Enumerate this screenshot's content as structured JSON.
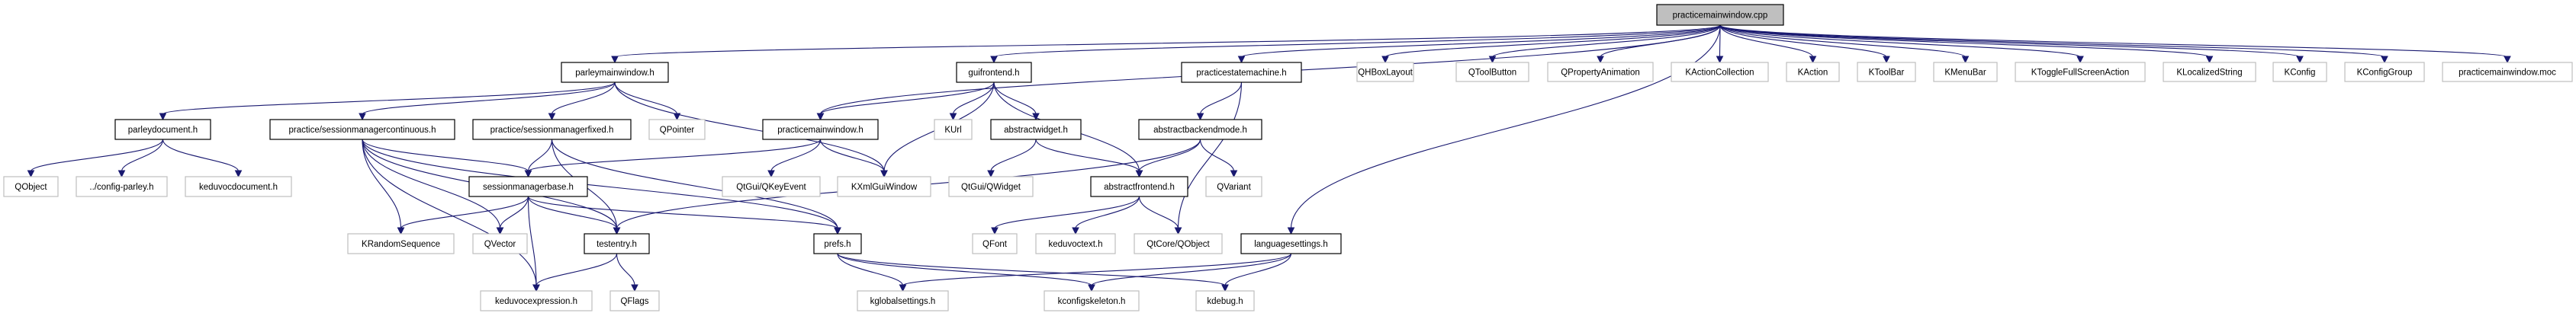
{
  "graph": {
    "title": "practicemainwindow.cpp",
    "edge_color": "#191970",
    "root_fill": "#bfbfbf",
    "documented_border": "#000000",
    "external_border": "#bfbfbf",
    "nodes": [
      {
        "id": "root",
        "label": "practicemainwindow.cpp",
        "kind": "root"
      },
      {
        "id": "parleymainwindow",
        "label": "parleymainwindow.h",
        "kind": "doc"
      },
      {
        "id": "guifrontend",
        "label": "guifrontend.h",
        "kind": "doc"
      },
      {
        "id": "practicestatemachine",
        "label": "practicestatemachine.h",
        "kind": "doc"
      },
      {
        "id": "QHBoxLayout",
        "label": "QHBoxLayout",
        "kind": "ext"
      },
      {
        "id": "QToolButton",
        "label": "QToolButton",
        "kind": "ext"
      },
      {
        "id": "QPropertyAnimation",
        "label": "QPropertyAnimation",
        "kind": "ext"
      },
      {
        "id": "KActionCollection",
        "label": "KActionCollection",
        "kind": "ext"
      },
      {
        "id": "KAction",
        "label": "KAction",
        "kind": "ext"
      },
      {
        "id": "KToolBar",
        "label": "KToolBar",
        "kind": "ext"
      },
      {
        "id": "KMenuBar",
        "label": "KMenuBar",
        "kind": "ext"
      },
      {
        "id": "KToggleFullScreenAction",
        "label": "KToggleFullScreenAction",
        "kind": "ext"
      },
      {
        "id": "KLocalizedString",
        "label": "KLocalizedString",
        "kind": "ext"
      },
      {
        "id": "KConfig",
        "label": "KConfig",
        "kind": "ext"
      },
      {
        "id": "KConfigGroup",
        "label": "KConfigGroup",
        "kind": "ext"
      },
      {
        "id": "moc",
        "label": "practicemainwindow.moc",
        "kind": "ext"
      },
      {
        "id": "parleydocument",
        "label": "parleydocument.h",
        "kind": "doc"
      },
      {
        "id": "smcontinuous",
        "label": "practice/sessionmanagercontinuous.h",
        "kind": "doc"
      },
      {
        "id": "smfixed",
        "label": "practice/sessionmanagerfixed.h",
        "kind": "doc"
      },
      {
        "id": "QPointer",
        "label": "QPointer",
        "kind": "ext"
      },
      {
        "id": "practicemainwindowh",
        "label": "practicemainwindow.h",
        "kind": "doc"
      },
      {
        "id": "KUrl",
        "label": "KUrl",
        "kind": "ext"
      },
      {
        "id": "abstractwidget",
        "label": "abstractwidget.h",
        "kind": "doc"
      },
      {
        "id": "abstractbackendmode",
        "label": "abstractbackendmode.h",
        "kind": "doc"
      },
      {
        "id": "QObject",
        "label": "QObject",
        "kind": "ext"
      },
      {
        "id": "configparley",
        "label": "../config-parley.h",
        "kind": "ext"
      },
      {
        "id": "keduvocdocument",
        "label": "keduvocdocument.h",
        "kind": "ext"
      },
      {
        "id": "smbase",
        "label": "sessionmanagerbase.h",
        "kind": "doc"
      },
      {
        "id": "QKeyEvent",
        "label": "QtGui/QKeyEvent",
        "kind": "ext"
      },
      {
        "id": "KXmlGuiWindow",
        "label": "KXmlGuiWindow",
        "kind": "ext"
      },
      {
        "id": "QWidget",
        "label": "QtGui/QWidget",
        "kind": "ext"
      },
      {
        "id": "abstractfrontend",
        "label": "abstractfrontend.h",
        "kind": "doc"
      },
      {
        "id": "QVariant",
        "label": "QVariant",
        "kind": "ext"
      },
      {
        "id": "KRandomSequence",
        "label": "KRandomSequence",
        "kind": "ext"
      },
      {
        "id": "QVector",
        "label": "QVector",
        "kind": "ext"
      },
      {
        "id": "testentry",
        "label": "testentry.h",
        "kind": "doc"
      },
      {
        "id": "prefs",
        "label": "prefs.h",
        "kind": "doc"
      },
      {
        "id": "QFont",
        "label": "QFont",
        "kind": "ext"
      },
      {
        "id": "keduvoctext",
        "label": "keduvoctext.h",
        "kind": "ext"
      },
      {
        "id": "QtCoreQObject",
        "label": "QtCore/QObject",
        "kind": "ext"
      },
      {
        "id": "languagesettings",
        "label": "languagesettings.h",
        "kind": "doc"
      },
      {
        "id": "keduvocexpression",
        "label": "keduvocexpression.h",
        "kind": "ext"
      },
      {
        "id": "QFlags",
        "label": "QFlags",
        "kind": "ext"
      },
      {
        "id": "kglobalsettings",
        "label": "kglobalsettings.h",
        "kind": "ext"
      },
      {
        "id": "kconfigskeleton",
        "label": "kconfigskeleton.h",
        "kind": "ext"
      },
      {
        "id": "kdebug",
        "label": "kdebug.h",
        "kind": "ext"
      }
    ],
    "edges": [
      [
        "root",
        "parleymainwindow"
      ],
      [
        "root",
        "guifrontend"
      ],
      [
        "root",
        "practicestatemachine"
      ],
      [
        "root",
        "QHBoxLayout"
      ],
      [
        "root",
        "QToolButton"
      ],
      [
        "root",
        "QPropertyAnimation"
      ],
      [
        "root",
        "KActionCollection"
      ],
      [
        "root",
        "KAction"
      ],
      [
        "root",
        "KToolBar"
      ],
      [
        "root",
        "KMenuBar"
      ],
      [
        "root",
        "KToggleFullScreenAction"
      ],
      [
        "root",
        "KLocalizedString"
      ],
      [
        "root",
        "KConfig"
      ],
      [
        "root",
        "KConfigGroup"
      ],
      [
        "root",
        "moc"
      ],
      [
        "root",
        "practicemainwindowh"
      ],
      [
        "root",
        "languagesettings"
      ],
      [
        "parleymainwindow",
        "parleydocument"
      ],
      [
        "parleymainwindow",
        "smcontinuous"
      ],
      [
        "parleymainwindow",
        "smfixed"
      ],
      [
        "parleymainwindow",
        "QPointer"
      ],
      [
        "parleymainwindow",
        "KXmlGuiWindow"
      ],
      [
        "parleydocument",
        "QObject"
      ],
      [
        "parleydocument",
        "configparley"
      ],
      [
        "parleydocument",
        "keduvocdocument"
      ],
      [
        "smcontinuous",
        "smbase"
      ],
      [
        "smcontinuous",
        "KRandomSequence"
      ],
      [
        "smcontinuous",
        "QVector"
      ],
      [
        "smcontinuous",
        "testentry"
      ],
      [
        "smcontinuous",
        "prefs"
      ],
      [
        "smcontinuous",
        "keduvocexpression"
      ],
      [
        "smfixed",
        "smbase"
      ],
      [
        "smfixed",
        "testentry"
      ],
      [
        "smfixed",
        "prefs"
      ],
      [
        "practicemainwindowh",
        "smbase"
      ],
      [
        "practicemainwindowh",
        "QKeyEvent"
      ],
      [
        "practicemainwindowh",
        "KXmlGuiWindow"
      ],
      [
        "guifrontend",
        "practicemainwindowh"
      ],
      [
        "guifrontend",
        "KXmlGuiWindow"
      ],
      [
        "guifrontend",
        "KUrl"
      ],
      [
        "guifrontend",
        "abstractwidget"
      ],
      [
        "guifrontend",
        "abstractfrontend"
      ],
      [
        "abstractwidget",
        "QWidget"
      ],
      [
        "abstractwidget",
        "abstractfrontend"
      ],
      [
        "practicestatemachine",
        "abstractbackendmode"
      ],
      [
        "practicestatemachine",
        "QtCoreQObject"
      ],
      [
        "abstractbackendmode",
        "abstractfrontend"
      ],
      [
        "abstractbackendmode",
        "QVariant"
      ],
      [
        "abstractbackendmode",
        "testentry"
      ],
      [
        "smbase",
        "KRandomSequence"
      ],
      [
        "smbase",
        "QVector"
      ],
      [
        "smbase",
        "testentry"
      ],
      [
        "smbase",
        "keduvocexpression"
      ],
      [
        "smbase",
        "prefs"
      ],
      [
        "testentry",
        "keduvocexpression"
      ],
      [
        "testentry",
        "QFlags"
      ],
      [
        "prefs",
        "kglobalsettings"
      ],
      [
        "prefs",
        "kconfigskeleton"
      ],
      [
        "prefs",
        "kdebug"
      ],
      [
        "abstractfrontend",
        "QFont"
      ],
      [
        "abstractfrontend",
        "keduvoctext"
      ],
      [
        "abstractfrontend",
        "QtCoreQObject"
      ],
      [
        "languagesettings",
        "kglobalsettings"
      ],
      [
        "languagesettings",
        "kconfigskeleton"
      ],
      [
        "languagesettings",
        "kdebug"
      ]
    ]
  }
}
